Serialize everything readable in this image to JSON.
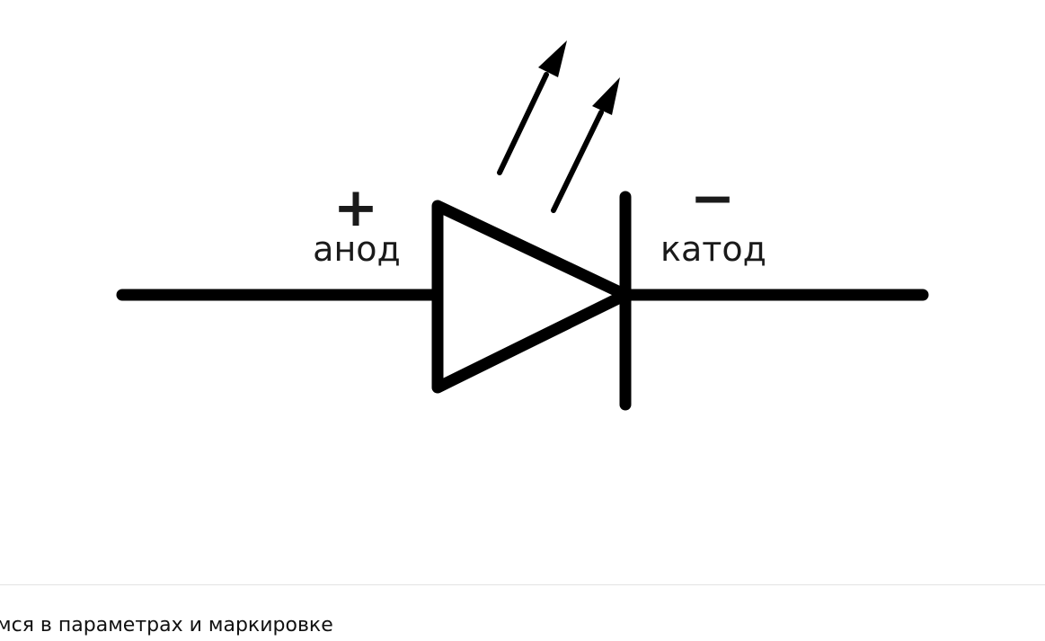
{
  "diagram": {
    "plus_sign": "+",
    "minus_sign": "−",
    "anode_label": "анод",
    "cathode_label": "катод",
    "stroke_color": "#000000",
    "icon": "led-diode-symbol-icon"
  },
  "caption": {
    "text": "мся в параметрах и маркировке"
  }
}
